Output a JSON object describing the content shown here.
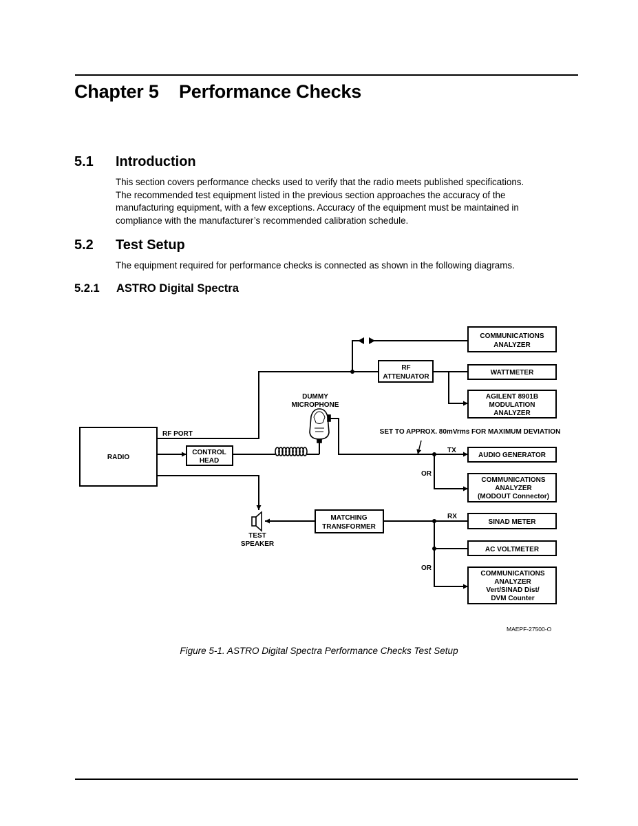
{
  "chapter": {
    "number": "Chapter 5",
    "title": "Performance Checks"
  },
  "sections": [
    {
      "number": "5.1",
      "title": "Introduction",
      "paragraph_lines": [
        "This section covers performance checks used to verify that the radio meets published specifications.",
        "The recommended test equipment listed in the previous section approaches the accuracy of the",
        "manufacturing equipment, with a few exceptions. Accuracy of the equipment must be maintained in",
        "compliance with the manufacturer’s recommended calibration schedule."
      ]
    },
    {
      "number": "5.2",
      "title": "Test Setup",
      "paragraph_lines": [
        "The equipment required for performance checks is connected as shown in the following diagrams."
      ]
    }
  ],
  "subsection": {
    "number": "5.2.1",
    "title": "ASTRO Digital Spectra"
  },
  "diagram": {
    "radio": "RADIO",
    "rf_port": "RF PORT",
    "control_head": [
      "CONTROL",
      "HEAD"
    ],
    "dummy_microphone": [
      "DUMMY",
      "MICROPHONE"
    ],
    "test_speaker": [
      "TEST",
      "SPEAKER"
    ],
    "rf_attenuator": [
      "RF",
      "ATTENUATOR"
    ],
    "comm_analyzer_top": [
      "COMMUNICATIONS",
      "ANALYZER"
    ],
    "wattmeter": "WATTMETER",
    "modulation_analyzer": [
      "AGILENT 8901B",
      "MODULATION",
      "ANALYZER"
    ],
    "deviation_note": "SET TO APPROX. 80mVrms FOR MAXIMUM DEVIATION",
    "tx": "TX",
    "rx": "RX",
    "or_1": "OR",
    "or_2": "OR",
    "audio_generator": "AUDIO GENERATOR",
    "comm_analyzer_modout": [
      "COMMUNICATIONS",
      "ANALYZER",
      "(MODOUT Connector)"
    ],
    "matching_transformer": [
      "MATCHING",
      "TRANSFORMER"
    ],
    "sinad_meter": "SINAD METER",
    "ac_voltmeter": "AC VOLTMETER",
    "comm_analyzer_sinad": [
      "COMMUNICATIONS",
      "ANALYZER",
      "Vert/SINAD Dist/",
      "DVM Counter"
    ],
    "figure_code": "MAEPF-27500-O"
  },
  "caption": "Figure 5-1.  ASTRO Digital Spectra Performance Checks Test Setup"
}
